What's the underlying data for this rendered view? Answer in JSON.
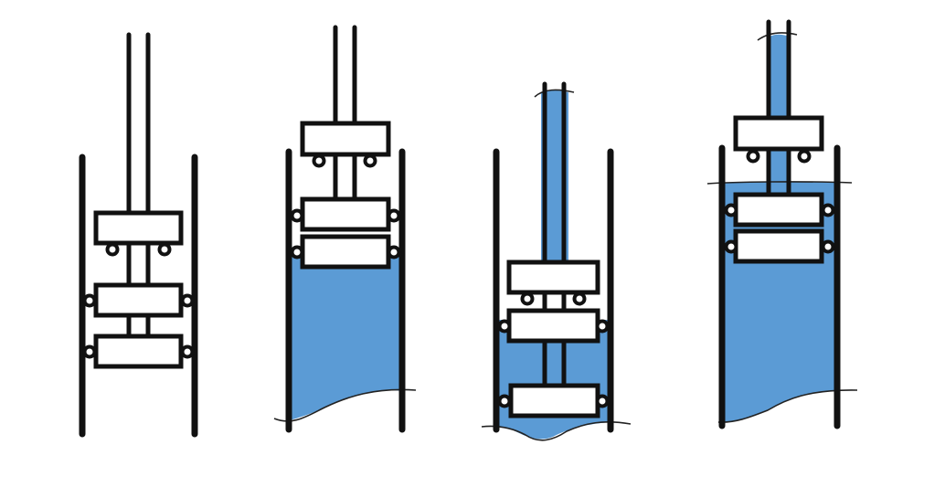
{
  "figure": {
    "panel_count": 4,
    "colors": {
      "fluid": "#5b9bd5",
      "outline": "#111111",
      "background": "#ffffff",
      "block_fill": "#ffffff"
    },
    "panels": [
      {
        "name": "stage-1-empty-chamber",
        "fluid": "none"
      },
      {
        "name": "stage-2-chamber-filled-below-blocks",
        "fluid": "chamber-lower"
      },
      {
        "name": "stage-3-fluid-in-tube-and-bottom",
        "fluid": "tube-and-bottom"
      },
      {
        "name": "stage-4-fluid-in-tube-and-chamber",
        "fluid": "tube-and-chamber"
      }
    ]
  }
}
